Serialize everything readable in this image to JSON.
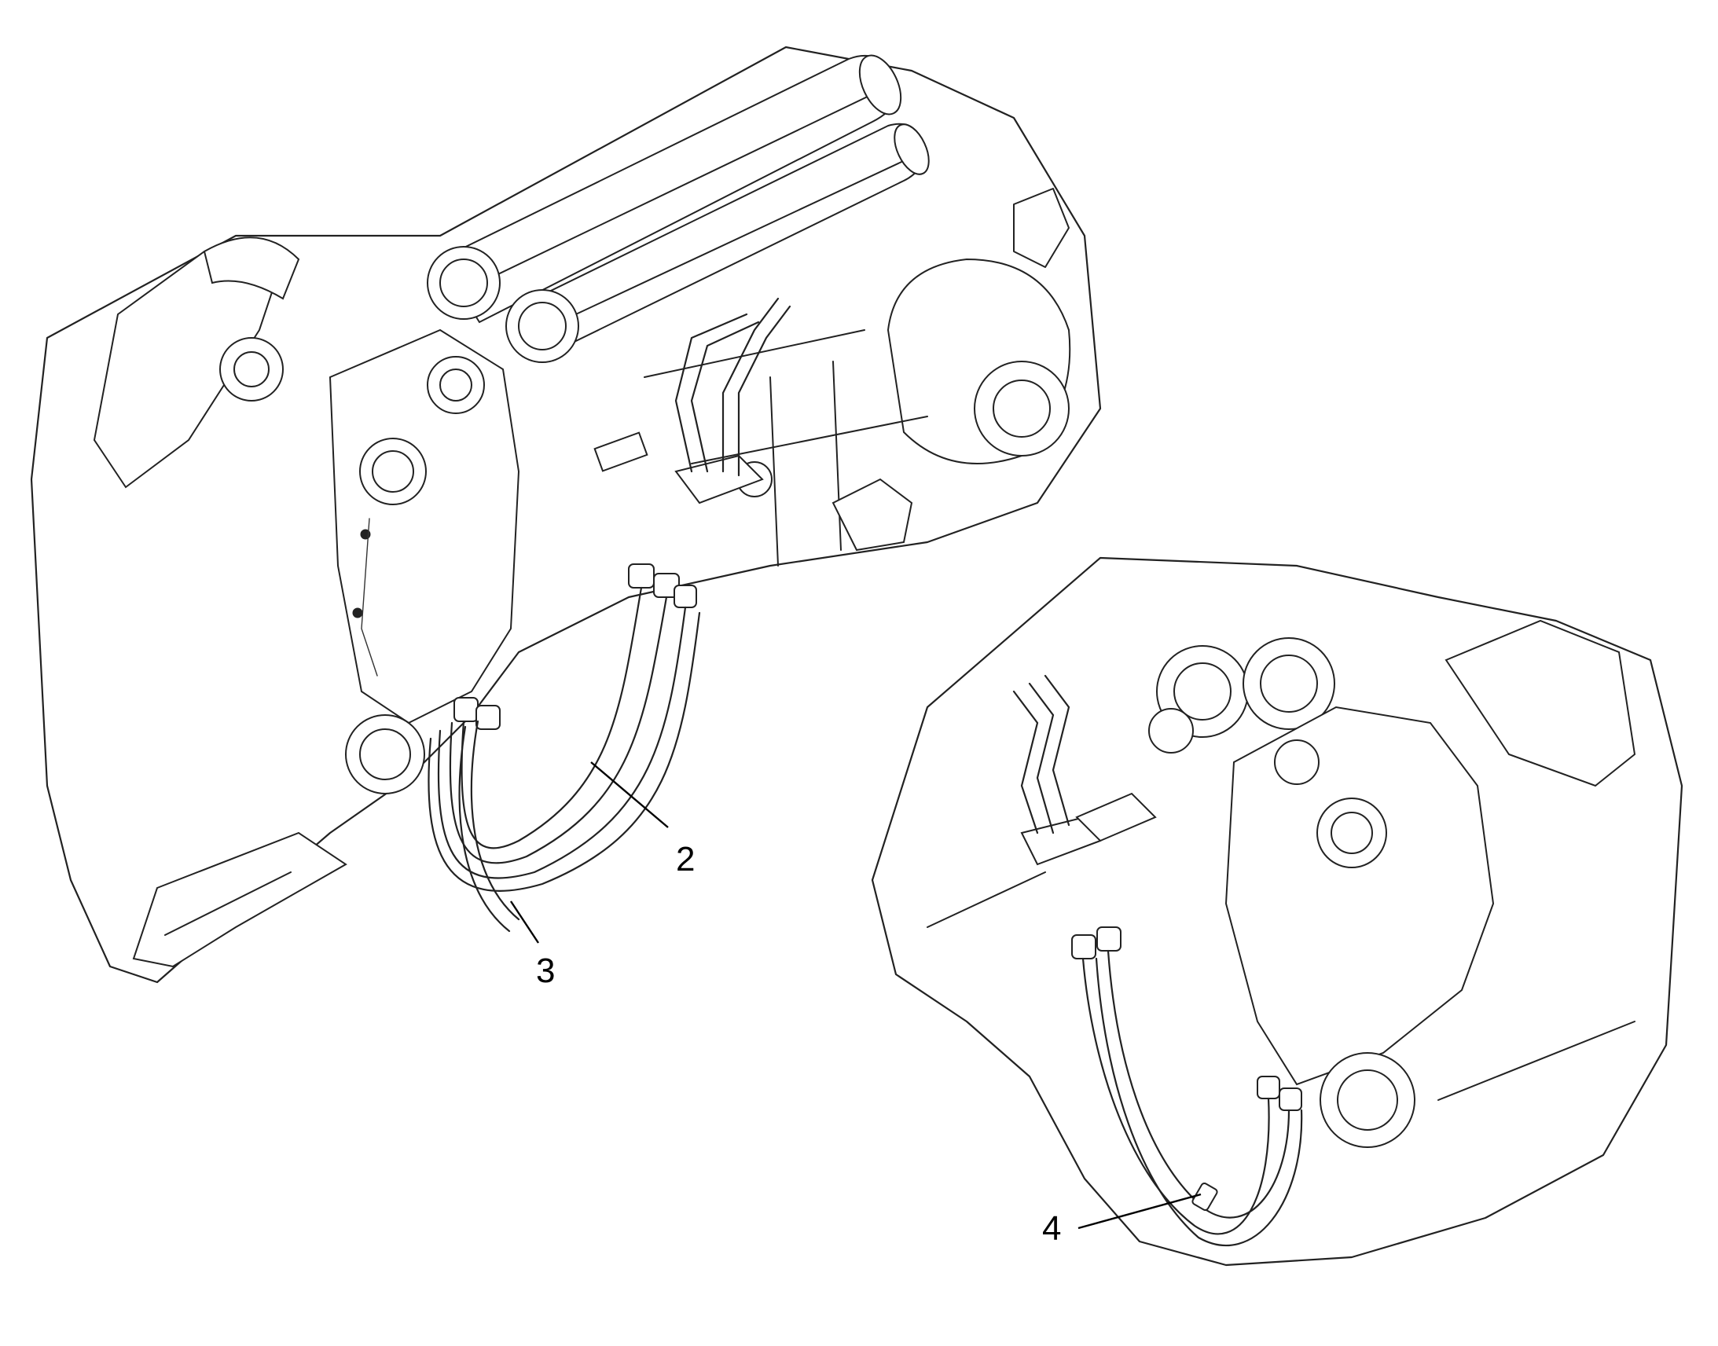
{
  "callouts": [
    {
      "id": "2",
      "label": "2"
    },
    {
      "id": "3",
      "label": "3"
    },
    {
      "id": "4",
      "label": "4"
    }
  ]
}
